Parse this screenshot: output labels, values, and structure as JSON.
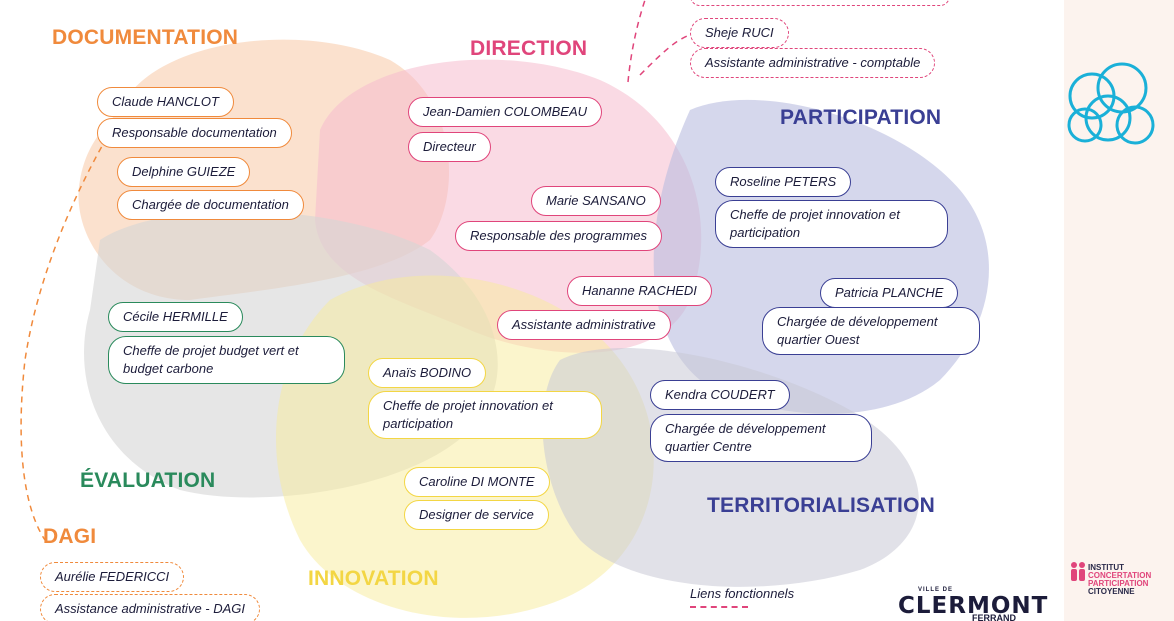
{
  "categories": {
    "documentation": "DOCUMENTATION",
    "direction": "DIRECTION",
    "participation": "PARTICIPATION",
    "evaluation": "ÉVALUATION",
    "dagi": "DAGI",
    "innovation": "INNOVATION",
    "territorialisation": "TERRITORIALISATION"
  },
  "people": {
    "top_partial": "",
    "sheje_name": "Sheje RUCI",
    "sheje_role": "Assistante administrative - comptable",
    "claude_name": "Claude HANCLOT",
    "claude_role": "Responsable documentation",
    "delphine_name": "Delphine GUIEZE",
    "delphine_role": "Chargée de documentation",
    "jean_name": "Jean-Damien COLOMBEAU",
    "jean_role": "Directeur",
    "marie_name": "Marie SANSANO",
    "marie_role": "Responsable des programmes",
    "roseline_name": "Roseline PETERS",
    "roseline_role": "Cheffe de projet innovation et participation",
    "hananne_name": "Hananne RACHEDI",
    "hananne_role": "Assistante administrative",
    "patricia_name": "Patricia PLANCHE",
    "patricia_role": "Chargée de développement quartier Ouest",
    "cecile_name": "Cécile HERMILLE",
    "cecile_role": "Cheffe de projet budget vert et budget carbone",
    "anais_name": "Anaïs BODINO",
    "anais_role": "Cheffe de projet innovation et participation",
    "kendra_name": "Kendra COUDERT",
    "kendra_role": "Chargée de développement quartier Centre",
    "caroline_name": "Caroline DI MONTE",
    "caroline_role": "Designer de service",
    "aurelie_name": "Aurélie FEDERICCI",
    "aurelie_role": "Assistance administrative - DAGI"
  },
  "legend": {
    "functional_links": "Liens fonctionnels"
  },
  "logos": {
    "ville_small": "VILLE DE",
    "clermont": "CLERMONT",
    "ferrand": "FERRAND",
    "institut_line1": "INSTITUT",
    "institut_line2": "CONCERTATION",
    "institut_line3": "PARTICIPATION",
    "institut_line4": "CITOYENNE"
  },
  "colors": {
    "documentation": "#f08a3c",
    "direction": "#e0457b",
    "participation": "#3a3f94",
    "evaluation": "#2a8a5c",
    "innovation": "#f3d644",
    "territorialisation": "#3a3f94",
    "logo_cyan": "#1ab0d8"
  }
}
